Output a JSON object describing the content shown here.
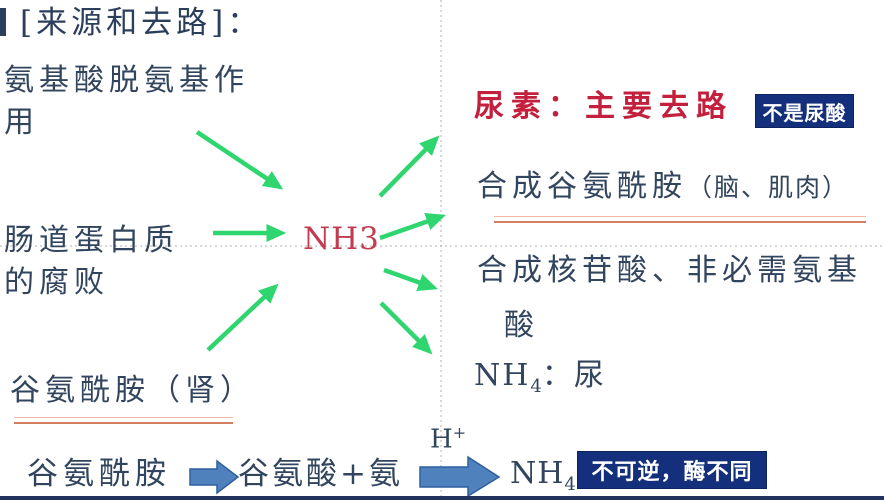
{
  "title": "[来源和去路]：",
  "colors": {
    "text": "#32455e",
    "nh3_red": "#c23b50",
    "urea_red": "#c2203c",
    "badge_navy": "#14307c",
    "arrow_green": "#2fd56f",
    "block_arrow_blue": "#4f81bd",
    "underline_salmon": "#d47f63",
    "dotted_gray": "#aaaaaa"
  },
  "sources": {
    "amino_line1": "氨基酸脱氨基作",
    "amino_line2": "用",
    "gut_line1": "肠道蛋白质",
    "gut_line2": "的腐败",
    "glutamine_kidney": "谷氨酰胺（肾）"
  },
  "center": {
    "nh3": "NH3"
  },
  "fates": {
    "urea": "尿素：主要去路",
    "urea_badge": "不是尿酸",
    "glutamine_main": "合成谷氨酰胺",
    "glutamine_paren": "（脑、肌肉）",
    "nucleotide_line1": "合成核苷酸、非必需氨基",
    "nucleotide_line2": "酸",
    "nh4_base": "NH",
    "nh4_sub": "4",
    "nh4_rest": "：尿"
  },
  "reaction": {
    "reactant": "谷氨酰胺",
    "product": "谷氨酸+氨",
    "h_base": "H",
    "h_sup": "+",
    "nh4_base": "NH",
    "nh4_sub": "4",
    "badge": "不可逆，酶不同"
  }
}
